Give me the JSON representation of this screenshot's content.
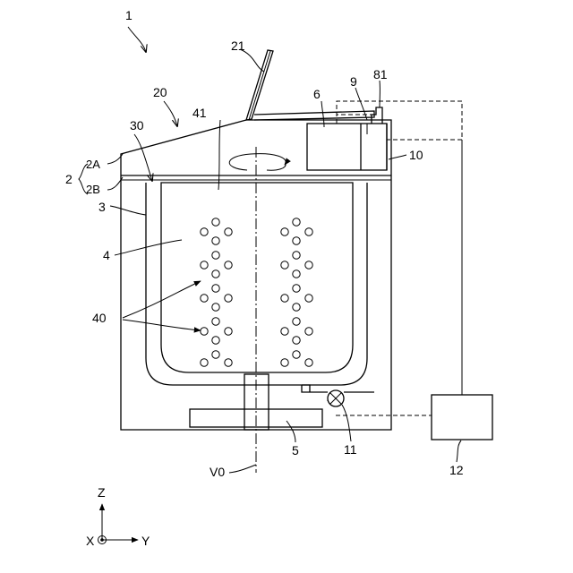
{
  "labels": {
    "fig_number": "1",
    "body": "2",
    "upper_body": "2A",
    "lower_body": "2B",
    "outer_tub": "3",
    "inner_tub": "4",
    "motor": "5",
    "part_6": "6",
    "part_9": "9",
    "part_10": "10",
    "valve": "11",
    "controller": "12",
    "lid_region": "20",
    "lid": "21",
    "opening": "30",
    "holes": "40",
    "pulsator": "41",
    "part_81": "81",
    "axis": "V0",
    "axis_z": "Z",
    "axis_x": "X",
    "axis_y": "Y"
  },
  "colors": {
    "line": "#000000",
    "background": "#ffffff"
  }
}
